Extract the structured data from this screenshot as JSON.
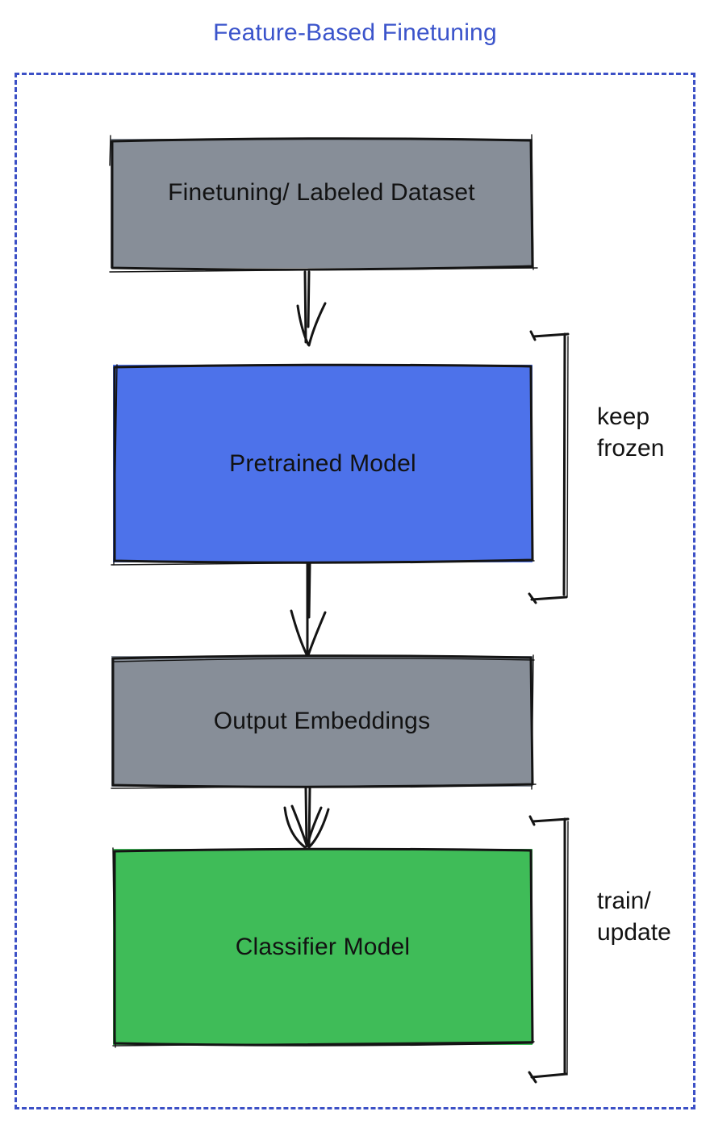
{
  "title": "Feature-Based Finetuning",
  "colors": {
    "title_blue": "#3b54cb",
    "frame_blue": "#3c50c6",
    "box_gray": "#878e98",
    "box_blue": "#4d72ea",
    "box_green": "#3fbc58",
    "sketch_stroke": "#141414",
    "label_text": "#121212"
  },
  "boxes": [
    {
      "id": "finetuning-dataset",
      "label": "Finetuning/ Labeled Dataset"
    },
    {
      "id": "pretrained-model",
      "label": "Pretrained Model"
    },
    {
      "id": "output-embeddings",
      "label": "Output Embeddings"
    },
    {
      "id": "classifier-model",
      "label": "Classifier Model"
    }
  ],
  "annotations": [
    {
      "id": "keep-frozen",
      "text": "keep\nfrozen"
    },
    {
      "id": "train-update",
      "text": "train/\nupdate"
    }
  ],
  "glyphs": {
    "arrow_down": "↓",
    "bracket_right": "]"
  }
}
